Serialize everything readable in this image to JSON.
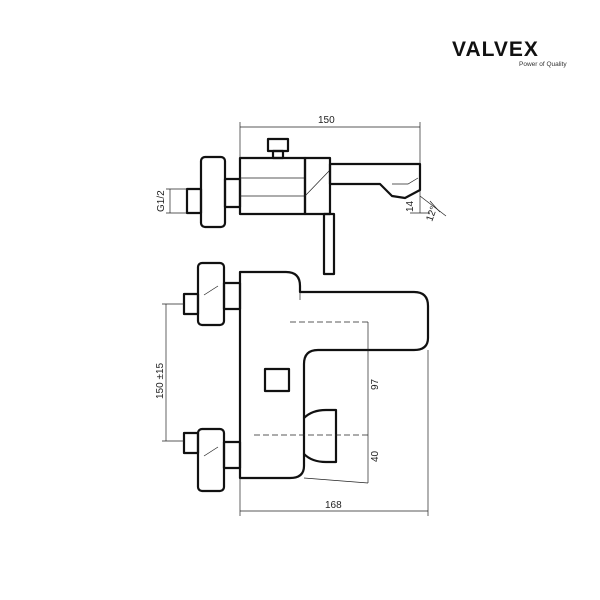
{
  "brand": {
    "name": "VALVEX",
    "tagline": "Power of Quality"
  },
  "dimensions": {
    "spout_length": "150",
    "thread": "G1/2",
    "spout_height": "14",
    "angle": "12°",
    "inlet_spacing": "150 ±15",
    "handle_offset": "97",
    "diverter_offset": "40",
    "total_depth": "168"
  }
}
